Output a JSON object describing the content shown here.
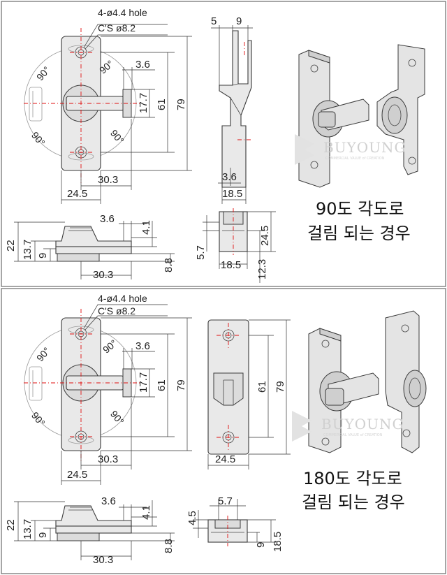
{
  "panels": [
    {
      "id": "top",
      "hole_label": "4-ø4.4 hole",
      "cs_label": "C'S ø8.2",
      "angle_labels": [
        "90°",
        "90°",
        "90°",
        "90°"
      ],
      "front_dims": [
        "3.6",
        "17.7",
        "61",
        "79",
        "30.3",
        "24.5"
      ],
      "side_dims": [
        "5",
        "9",
        "3.6",
        "18.5"
      ],
      "bottom_dims": [
        "3.6",
        "4.1",
        "22",
        "13.7",
        "9",
        "8.8",
        "30.3"
      ],
      "end_dims": [
        "24.5",
        "5.7",
        "18.5",
        "12.3"
      ],
      "caption_line1": "90도 각도로",
      "caption_line2": "걸림 되는 경우"
    },
    {
      "id": "bottom",
      "hole_label": "4-ø4.4 hole",
      "cs_label": "C'S ø8.2",
      "angle_labels": [
        "90°",
        "90°",
        "90°",
        "90°"
      ],
      "front_dims": [
        "3.6",
        "17.7",
        "61",
        "79",
        "30.3",
        "24.5"
      ],
      "side_dims": [
        "61",
        "79",
        "24.5"
      ],
      "bottom_dims": [
        "3.6",
        "4.1",
        "22",
        "13.7",
        "9",
        "8.8",
        "30.3"
      ],
      "end_dims": [
        "5.7",
        "4.5",
        "9",
        "18.5"
      ],
      "caption_line1": "180도 각도로",
      "caption_line2": "걸림 되는 경우"
    }
  ],
  "watermark": {
    "brand": "BUYOUNG",
    "tagline": "COMMERCIAL VALUE of CREATION"
  }
}
